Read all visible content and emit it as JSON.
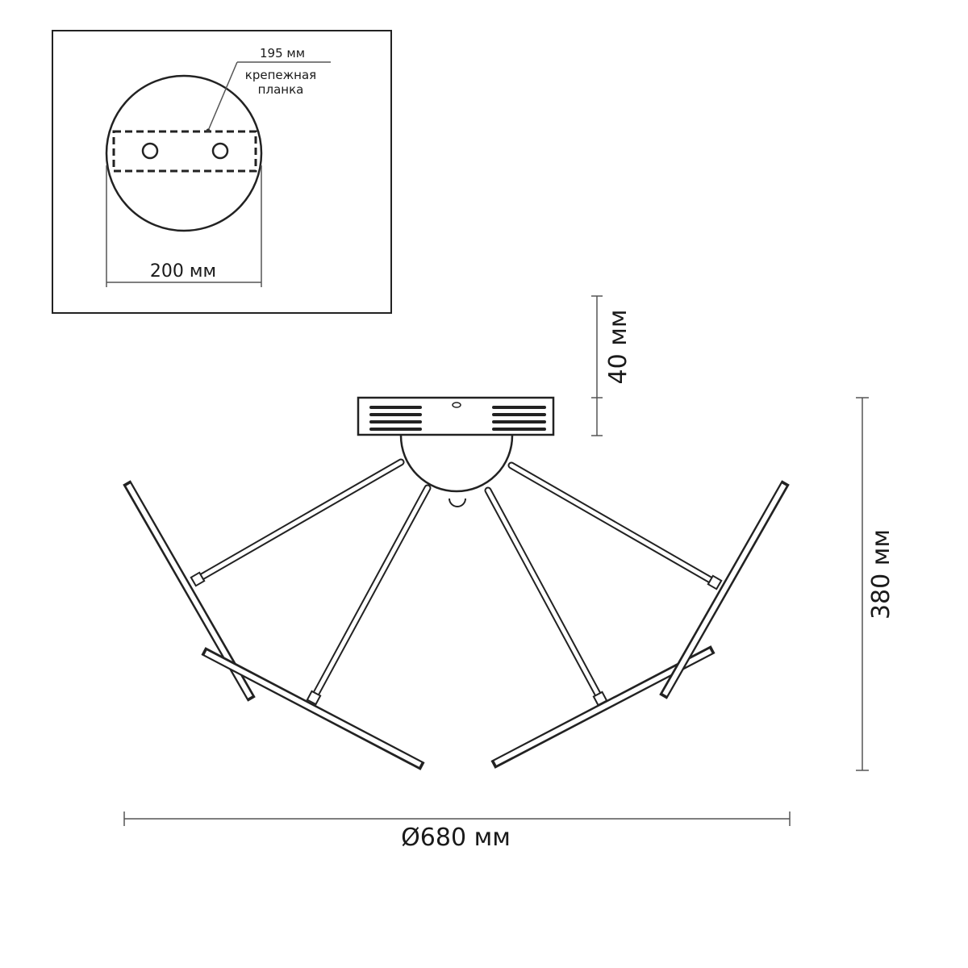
{
  "inset": {
    "plate_label": "195 мм",
    "plate_caption_line1": "крепежная",
    "plate_caption_line2": "планка",
    "canopy_diameter_label": "200 мм"
  },
  "main": {
    "canopy_height_label": "40 мм",
    "total_height_label": "380 мм",
    "diameter_label": "Ø680 мм"
  }
}
